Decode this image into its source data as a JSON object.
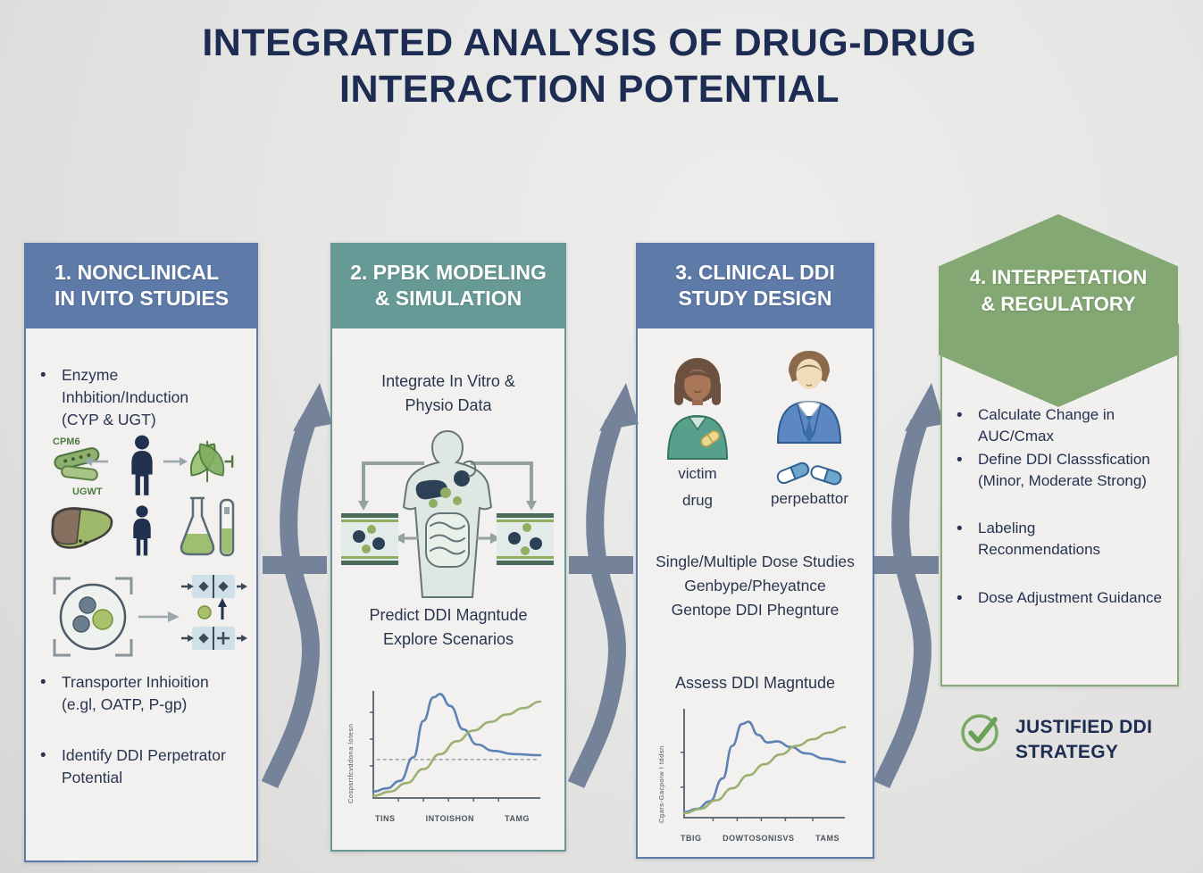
{
  "title": {
    "line1": "INTEGRATED ANALYSIS OF DRUG-DRUG",
    "line2": "INTERACTION POTENTIAL"
  },
  "panel1": {
    "header_line1": "1. NONCLINICAL",
    "header_line2": "IN IVITO STUDIES",
    "bullet1_line1": "Enzyme Inhbition/Induction",
    "bullet1_line2": "(CYP & UGT)",
    "enzyme_label_top": "CPM6",
    "enzyme_label_bottom": "UGWT",
    "bullet2_line1": "Transporter Inhioition",
    "bullet2_line2": "(e.gl, OATP, P-gp)",
    "bullet3_line1": "Identify DDI Perpetrator",
    "bullet3_line2": "Potential"
  },
  "panel2": {
    "header_line1": "2. PPBK MODELING",
    "header_line2": "& SIMULATION",
    "text1_line1": "Integrate In Vitro &",
    "text1_line2": "Physio Data",
    "text2_line1": "Predict DDI Magntude",
    "text2_line2": "Explore Scenarios"
  },
  "panel3": {
    "header_line1": "3. CLINICAL DDI",
    "header_line2": "STUDY DESIGN",
    "victim_label_line1": "victim",
    "victim_label_line2": "drug",
    "perpetrator_label": "perpebattor",
    "text1_line1": "Single/Multiple Dose Studies",
    "text1_line2": "Genbype/Pheyatnce",
    "text1_line3": "Gentope DDI Phegnture",
    "text2": "Assess DDI Magntude"
  },
  "panel4": {
    "header_line1": "4. INTERPETATION",
    "header_line2": "& REGULATORY",
    "bullet1": "Calculate Change in AUC/Cmax",
    "bullet2_line1": "Define DDI Classsfication",
    "bullet2_line2": "(Minor, Moderate Strong)",
    "bullet3_line1": "Labeling",
    "bullet3_line2": "Reconmendations",
    "bullet4": "Dose Adjustment Guidance",
    "badge_line1": "JUSTIFIED DDI",
    "badge_line2": "STRATEGY"
  },
  "colors": {
    "title_navy": "#1d2c52",
    "header_blue": "#5d7aa8",
    "header_teal": "#679a96",
    "hexagon_green": "#84a873",
    "flow_arrow_slate": "#75839a",
    "panel_bg": "#f2f1ef",
    "chart_blue": "#5f82b4",
    "chart_green": "#9ab171",
    "check_green": "#74a862"
  },
  "chart_data": [
    {
      "type": "line",
      "location": "panel2-pbpk-simulation-plot",
      "title": "",
      "xlabel": "",
      "ylabel": "Cospsrtfcvddona lotesn",
      "x_tick_labels": [
        "TINS",
        "INTOISHON",
        "TAMG"
      ],
      "x_tick_pos": [
        15,
        30,
        45,
        60,
        75
      ],
      "y_tick_pos": [
        30,
        55,
        80
      ],
      "ref_line_y": 36,
      "axis_color": "#55606b",
      "grid": false,
      "legend": false,
      "series": [
        {
          "name": "victim-drug-exposure",
          "color": "#5f82b4",
          "points": [
            [
              0,
              6
            ],
            [
              8,
              9
            ],
            [
              16,
              16
            ],
            [
              24,
              38
            ],
            [
              30,
              72
            ],
            [
              36,
              94
            ],
            [
              40,
              97
            ],
            [
              46,
              86
            ],
            [
              54,
              64
            ],
            [
              62,
              50
            ],
            [
              72,
              44
            ],
            [
              84,
              41
            ],
            [
              100,
              40
            ]
          ]
        },
        {
          "name": "inhibitor-buildup",
          "color": "#9ab171",
          "points": [
            [
              0,
              2
            ],
            [
              10,
              6
            ],
            [
              20,
              14
            ],
            [
              30,
              27
            ],
            [
              40,
              41
            ],
            [
              50,
              53
            ],
            [
              60,
              63
            ],
            [
              70,
              71
            ],
            [
              80,
              78
            ],
            [
              90,
              84
            ],
            [
              100,
              90
            ]
          ]
        }
      ]
    },
    {
      "type": "line",
      "location": "panel3-clinical-ddi-plot",
      "title": "",
      "xlabel": "",
      "ylabel": "Cgars-Gacpoiw I tddsn",
      "x_tick_labels": [
        "TBIG",
        "DOWTOSONISVS",
        "TAMS"
      ],
      "x_tick_pos": [
        18,
        33,
        48,
        63,
        80
      ],
      "y_tick_pos": [
        28,
        60
      ],
      "axis_color": "#55606b",
      "grid": false,
      "legend": false,
      "series": [
        {
          "name": "observed-exposure",
          "color": "#5f82b4",
          "points": [
            [
              0,
              5
            ],
            [
              8,
              8
            ],
            [
              16,
              15
            ],
            [
              24,
              36
            ],
            [
              30,
              66
            ],
            [
              36,
              86
            ],
            [
              40,
              88
            ],
            [
              46,
              76
            ],
            [
              52,
              69
            ],
            [
              58,
              70
            ],
            [
              66,
              65
            ],
            [
              76,
              59
            ],
            [
              88,
              54
            ],
            [
              100,
              51
            ]
          ]
        },
        {
          "name": "comparator-curve",
          "color": "#9ab171",
          "points": [
            [
              0,
              4
            ],
            [
              10,
              8
            ],
            [
              20,
              16
            ],
            [
              30,
              27
            ],
            [
              40,
              39
            ],
            [
              50,
              49
            ],
            [
              60,
              58
            ],
            [
              70,
              66
            ],
            [
              80,
              72
            ],
            [
              90,
              78
            ],
            [
              100,
              83
            ]
          ]
        }
      ]
    }
  ]
}
